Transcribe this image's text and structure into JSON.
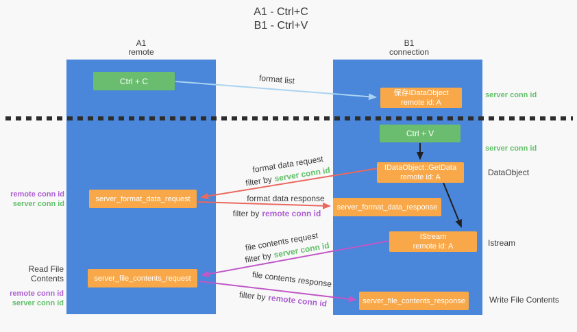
{
  "title": {
    "line1": "A1 - Ctrl+C",
    "line2": "B1 - Ctrl+V"
  },
  "lanes": {
    "a": {
      "name": "A1",
      "subtitle": "remote"
    },
    "b": {
      "name": "B1",
      "subtitle": "connection"
    }
  },
  "nodes": {
    "ctrl_c": {
      "label": "Ctrl + C"
    },
    "save_idataobject": {
      "line1": "保存IDataObject",
      "line2": "remote id: A"
    },
    "ctrl_v": {
      "label": "Ctrl + V"
    },
    "getdata": {
      "line1": "IDataObject::GetData",
      "line2": "remote id: A"
    },
    "format_request": {
      "label": "server_format_data_request"
    },
    "format_response": {
      "label": "server_format_data_response"
    },
    "istream": {
      "line1": "IStream",
      "line2": "remote id: A"
    },
    "file_request": {
      "label": "server_file_contents_request"
    },
    "file_response": {
      "label": "server_file_contents_response"
    }
  },
  "edge_labels": {
    "format_list": "format list",
    "format_data_request": "format data request",
    "format_data_response": "format data response",
    "file_contents_request": "file contents request",
    "file_contents_response": "file contents response",
    "filter_by": "filter by",
    "server_conn_id": "server conn id",
    "remote_conn_id": "remote conn id"
  },
  "side_labels": {
    "left_format": {
      "remote": "remote conn id",
      "server": "server conn id"
    },
    "left_file": {
      "title": "Read File Contents",
      "remote": "remote conn id",
      "server": "server conn id"
    },
    "right": {
      "server_conn_top": "server conn id",
      "server_conn_mid": "server conn id",
      "dataobject": "DataObject",
      "istream": "Istream",
      "write_file": "Write File Contents"
    }
  },
  "colors": {
    "lane_blue": "#4a86d9",
    "node_green": "#6abd6e",
    "node_orange": "#f8a848",
    "arrow_blue": "#a9d3f1",
    "arrow_red": "#e8695f",
    "arrow_magenta": "#c058c8",
    "arrow_black": "#1f1f1f",
    "text_green": "#62c06a",
    "text_purple": "#ac5fd0"
  }
}
